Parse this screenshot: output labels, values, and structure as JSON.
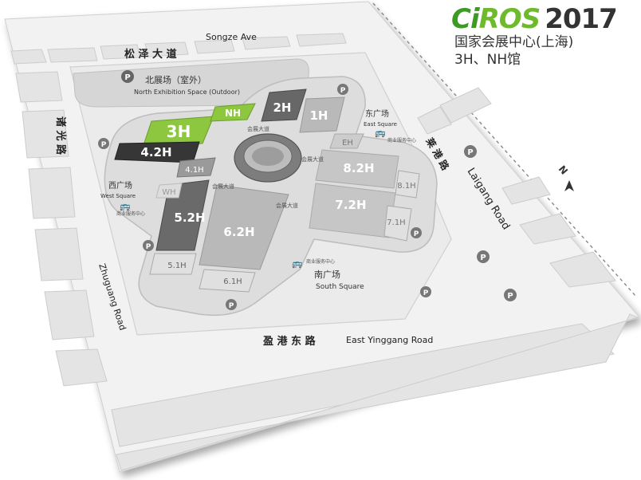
{
  "header": {
    "brand_ci": "Ci",
    "brand_ros": "ROS",
    "brand_year": "2017",
    "venue": "国家会展中心(上海)",
    "halls": "3H、NH馆"
  },
  "roads": {
    "north_cn": "松 泽 大 道",
    "north_en": "Songze Ave",
    "west_cn": "诸 光 路",
    "west_en": "Zhuguang Road",
    "east_cn": "莱 港 路",
    "east_en": "Laigang Road",
    "south_cn": "盈 港 东 路",
    "south_en": "East Yinggang Road"
  },
  "areas": {
    "north_cn": "北展场（室外）",
    "north_en": "North Exhibition Space (Outdoor)",
    "east_cn": "东广场",
    "east_en": "East Square",
    "west_cn": "西广场",
    "west_en": "West Square",
    "south_cn": "南广场",
    "south_en": "South Square",
    "bus": "商业服务中心",
    "avenue": "会展大道"
  },
  "halls": {
    "h3": "3H",
    "nh": "NH",
    "h2": "2H",
    "h1": "1H",
    "h42": "4.2H",
    "h41": "4.1H",
    "eh": "EH",
    "wh": "WH",
    "h82": "8.2H",
    "h81": "8.1H",
    "h72": "7.2H",
    "h71": "7.1H",
    "h52": "5.2H",
    "h51": "5.1H",
    "h62": "6.2H",
    "h61": "6.1H"
  },
  "icons": {
    "parking": "P",
    "compass": "N"
  },
  "colors": {
    "highlight": "#8dc63f",
    "dark_hall": "#3a3a3a",
    "mid_hall": "#6e6e6e",
    "light_hall": "#c8c8c8",
    "road": "#ffffff",
    "block": "#e6e6e6"
  }
}
